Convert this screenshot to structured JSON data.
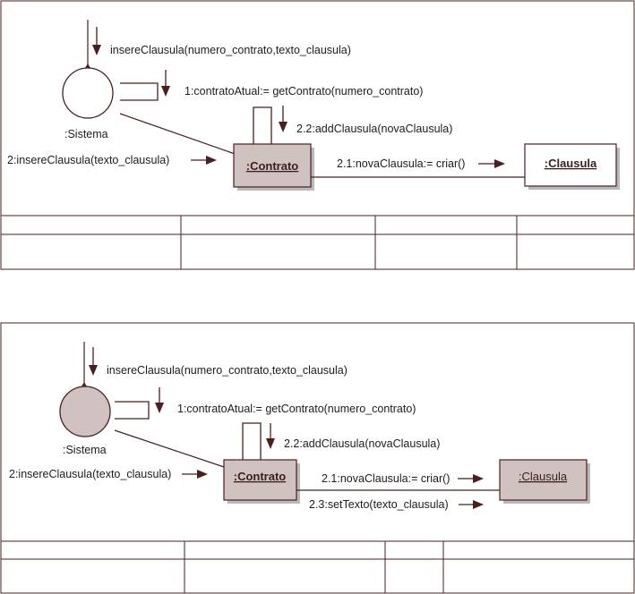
{
  "diagram1": {
    "actor_label": ":Sistema",
    "contrato_label": ":Contrato",
    "clausula_label": ":Clausula",
    "msg_insere_top": "insereClausula(numero_contrato,texto_clausula)",
    "msg_contrato_atual": "1:contratoAtual:= getContrato(numero_contrato)",
    "msg_add_clausula": "2.2:addClausula(novaClausula)",
    "msg_insere_left": "2:insereClausula(texto_clausula)",
    "msg_nova_clausula": "2.1:novaClausula:= criar()"
  },
  "diagram2": {
    "actor_label": ":Sistema",
    "contrato_label": ":Contrato",
    "clausula_label": ":Clausula",
    "msg_insere_top": "insereClausula(numero_contrato,texto_clausula)",
    "msg_contrato_atual": "1:contratoAtual:= getContrato(numero_contrato)",
    "msg_add_clausula": "2.2:addClausula(novaClausula)",
    "msg_insere_left": "2:insereClausula(texto_clausula)",
    "msg_nova_clausula": "2.1:novaClausula:= criar()",
    "msg_set_texto": "2.3:setTexto(texto_clausula)"
  },
  "colors": {
    "border": "#4a1f1f",
    "box_fill": "#cfc2c0",
    "shadow": "#b9b9b9",
    "arrow": "#4a1f1f"
  }
}
